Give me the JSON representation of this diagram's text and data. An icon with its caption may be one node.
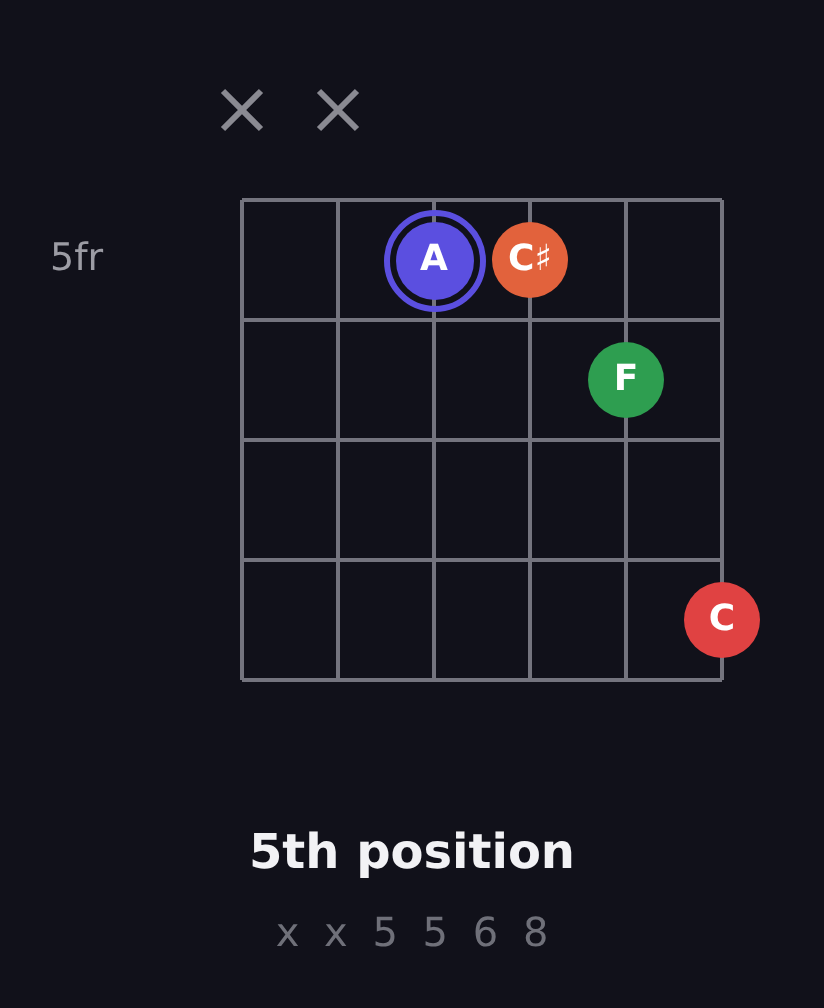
{
  "diagram": {
    "title": "5th position",
    "nodes": [
      {
        "text": [
          "A"
        ]
      },
      {
        "text": [
          "C♯"
        ]
      },
      {
        "text": [
          "F"
        ]
      },
      {
        "text": [
          "C"
        ]
      }
    ],
    "labels": [
      "5fr",
      "x x 5 5 6 8"
    ]
  }
}
